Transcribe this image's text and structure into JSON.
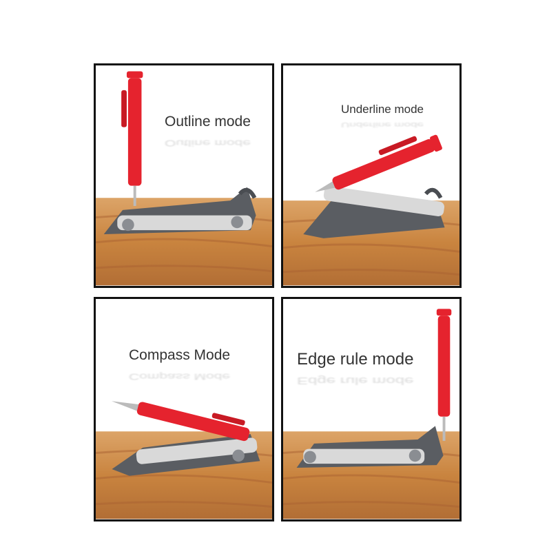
{
  "panels": [
    {
      "label": "Outline mode"
    },
    {
      "label": "Underline mode"
    },
    {
      "label": "Compass Mode"
    },
    {
      "label": "Edge rule mode"
    }
  ],
  "colors": {
    "pencil_red": "#e5232e",
    "tool_gray": "#5a5d62",
    "metal": "#d9d9d9",
    "wood_light": "#d79b5a",
    "wood_dark": "#b26e35"
  }
}
